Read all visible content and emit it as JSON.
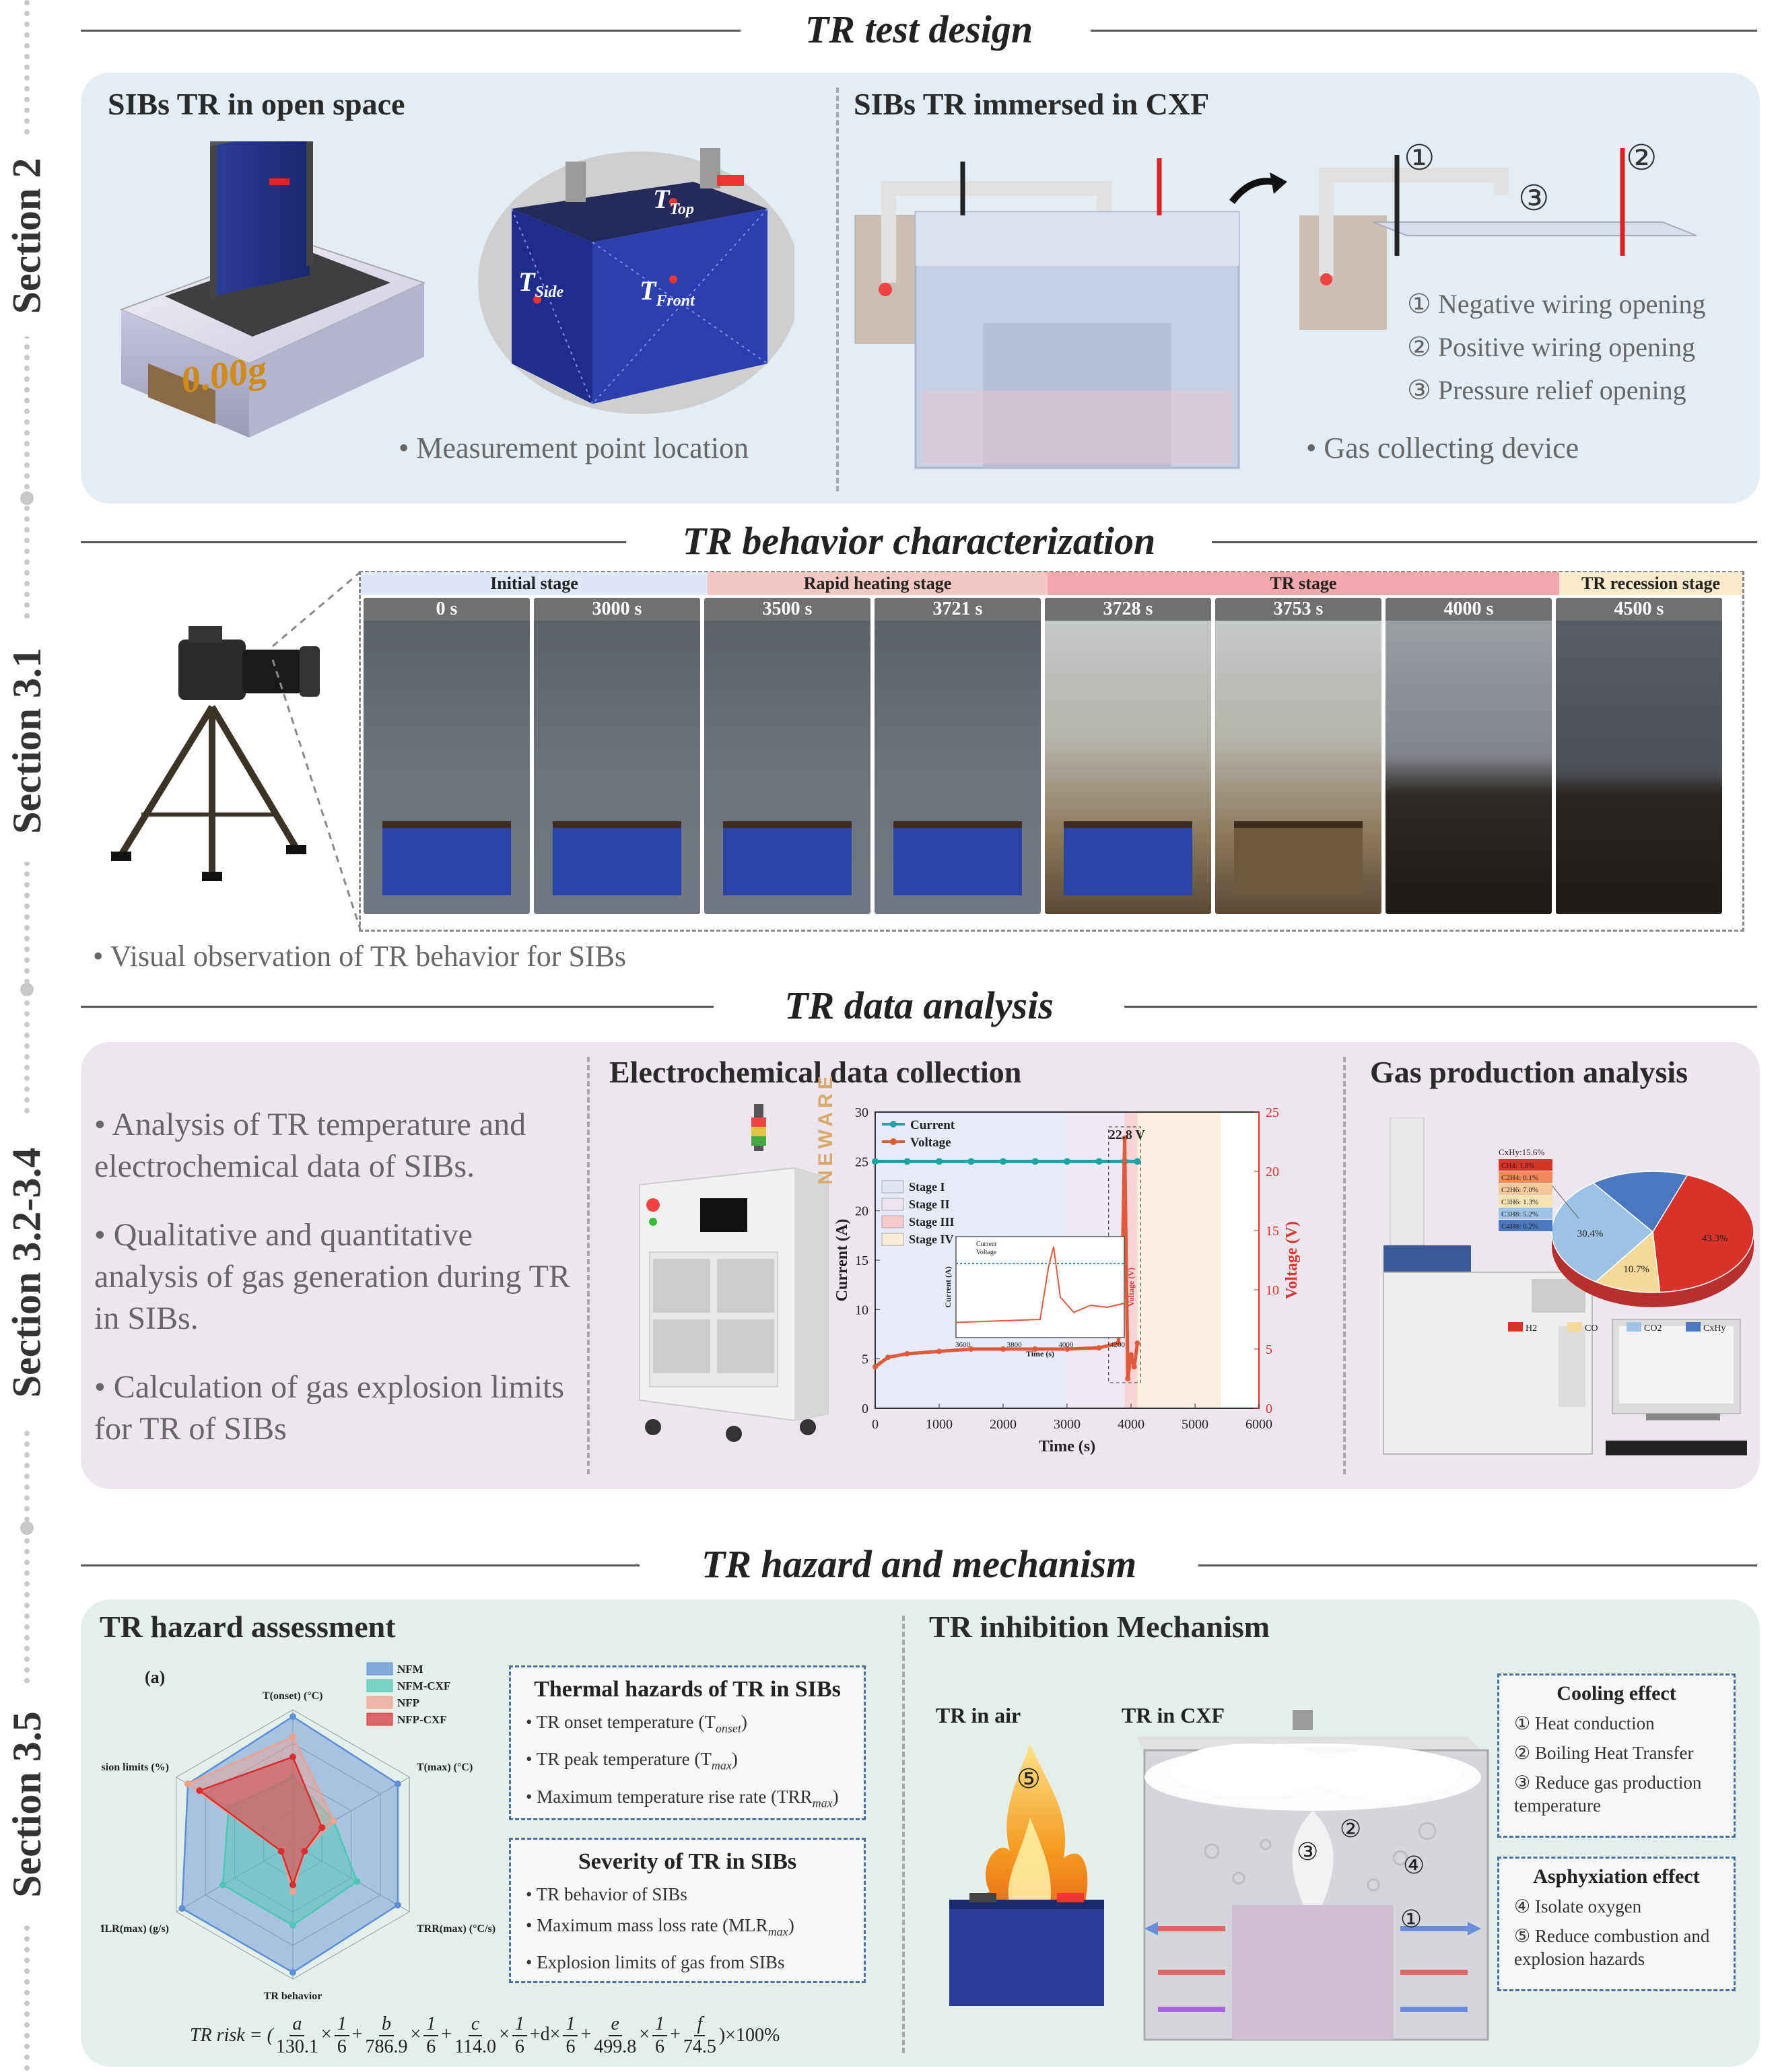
{
  "sections": {
    "s1": "Section 2",
    "s2": "Section 3.1",
    "s3": "Section 3.2-3.4",
    "s4": "Section 3.5"
  },
  "headers": {
    "h1": "TR test design",
    "h2": "TR behavior characterization",
    "h3": "TR data analysis",
    "h4": "TR hazard and mechanism"
  },
  "design": {
    "left_title": "SIBs TR  in open space",
    "scale_reading": "0.00g",
    "t_top": "T",
    "t_top_sub": "Top",
    "t_side": "T",
    "t_side_sub": "Side",
    "t_front": "T",
    "t_front_sub": "Front",
    "left_note": "• Measurement point location",
    "right_title": "SIBs TR immersed in CXF",
    "markers": [
      "①",
      "②",
      "③"
    ],
    "legend": [
      "① Negative wiring opening",
      "② Positive wiring opening",
      "③ Pressure relief opening"
    ],
    "right_note": "• Gas collecting device"
  },
  "behavior": {
    "stages": [
      "Initial stage",
      "Rapid heating stage",
      "TR  stage",
      "TR recession stage"
    ],
    "times": [
      "0 s",
      "3000 s",
      "3500 s",
      "3721 s",
      "3728 s",
      "3753 s",
      "4000 s",
      "4500 s"
    ],
    "note": "• Visual observation of TR behavior for SIBs"
  },
  "analysis": {
    "bullets": [
      "• Analysis of TR temperature and electrochemical data of SIBs.",
      "• Qualitative and quantitative analysis of gas generation during TR in SIBs.",
      "• Calculation of gas explosion limits for TR of SIBs"
    ],
    "echem_title": "Electrochemical data collection",
    "gas_title": "Gas production analysis",
    "cycler_brand": "NEWARE"
  },
  "chart_data": [
    {
      "type": "line",
      "xlabel": "Time (s)",
      "ylabel": "Current (A)",
      "y2label": "Voltage (V)",
      "xlim": [
        0,
        6000
      ],
      "ylim": [
        0,
        30
      ],
      "y2lim": [
        0,
        25
      ],
      "xticks": [
        "0",
        "1000",
        "2000",
        "3000",
        "4000",
        "5000",
        "6000"
      ],
      "yticks": [
        "0",
        "5",
        "10",
        "15",
        "20",
        "25",
        "30"
      ],
      "y2ticks": [
        "0",
        "5",
        "10",
        "15",
        "20",
        "25"
      ],
      "series": [
        {
          "name": "Current",
          "color": "#1aa5a5",
          "x": [
            0,
            500,
            1000,
            1500,
            2000,
            2500,
            3000,
            3500,
            3900,
            4100
          ],
          "y": [
            25,
            25,
            25,
            25,
            25,
            25,
            25,
            25,
            25,
            25
          ]
        },
        {
          "name": "Voltage",
          "color": "#e05a3a",
          "x": [
            0,
            200,
            500,
            1000,
            1500,
            2000,
            2500,
            3000,
            3500,
            3800,
            3850,
            3900,
            3950,
            4000,
            4050,
            4100
          ],
          "y": [
            3.5,
            4.3,
            4.6,
            4.8,
            5.0,
            5.0,
            5.0,
            5.0,
            5.1,
            5.5,
            8.0,
            22.8,
            2.5,
            4.5,
            3.5,
            5.5
          ]
        }
      ],
      "stages": [
        {
          "name": "Stage I",
          "color": "#e1e6f5",
          "x": [
            0,
            3000
          ]
        },
        {
          "name": "Stage II",
          "color": "#ebe3f0",
          "x": [
            3000,
            3900
          ]
        },
        {
          "name": "Stage III",
          "color": "#f6c9cc",
          "x": [
            3900,
            4100
          ]
        },
        {
          "name": "Stage IV",
          "color": "#f9ecd8",
          "x": [
            4100,
            5400
          ]
        }
      ],
      "annotation": "22.8 V",
      "inset": {
        "legend": [
          "Current",
          "Voltage"
        ],
        "xticks": [
          "3600",
          "3800",
          "4000",
          "4200"
        ],
        "xlabel": "Time (s)",
        "ylabel": "Current (A)",
        "y2label": "Voltage (V)"
      }
    },
    {
      "type": "pie",
      "legend": [
        "H2",
        "CO",
        "CO2",
        "CxHy"
      ],
      "values": [
        43.3,
        10.7,
        30.4,
        15.6
      ],
      "labels": [
        "43.3%",
        "10.7%",
        "30.4%",
        "CxHy:15.6%"
      ],
      "colors": [
        "#d9322b",
        "#f5d99a",
        "#9cc3e6",
        "#4a78c0"
      ],
      "sub_breakdown": [
        "CH4: 1.8%",
        "C2H4: 0.1%",
        "C2H6: 7.0%",
        "C3H6: 1.3%",
        "C3H8: 5.2%",
        "C4H8: 0.2%"
      ]
    },
    {
      "type": "radar",
      "panel_label": "(a)",
      "axes": [
        "T(onset) (°C)",
        "T(max) (°C)",
        "TRR(max) (°C/s)",
        "TR behavior",
        "MLR(max) (g/s)",
        "Explosion limits (%)"
      ],
      "series": [
        {
          "name": "NFM",
          "color": "#5b8fd6",
          "values": [
            0.95,
            0.9,
            0.9,
            0.95,
            0.95,
            0.9
          ]
        },
        {
          "name": "NFM-CXF",
          "color": "#4cc7b5",
          "values": [
            0.5,
            0.35,
            0.55,
            0.6,
            0.6,
            0.55
          ]
        },
        {
          "name": "NFP",
          "color": "#f1a08b",
          "values": [
            0.8,
            0.35,
            0.1,
            0.35,
            0.1,
            0.9
          ]
        },
        {
          "name": "NFP-CXF",
          "color": "#d92e2e",
          "values": [
            0.65,
            0.25,
            0.1,
            0.3,
            0.1,
            0.8
          ]
        }
      ]
    }
  ],
  "hazard": {
    "title": "TR hazard assessment",
    "box1_title": "Thermal hazards of TR in SIBs",
    "box1_items": [
      "• TR onset temperature (T",
      "• TR peak temperature (T",
      "• Maximum temperature rise rate (TRR"
    ],
    "box1_subs": [
      "onset",
      "max",
      "max"
    ],
    "box2_title": "Severity of TR in SIBs",
    "box2_items": [
      "• TR behavior of SIBs",
      "• Maximum mass loss rate (MLR",
      "• Explosion limits of gas from SIBs"
    ],
    "box2_subs": [
      "",
      "max",
      ""
    ],
    "formula_lhs": "TR risk = (",
    "formula": [
      "a",
      "130.1",
      "1",
      "6",
      "b",
      "786.9",
      "c",
      "114.0",
      "d",
      "e",
      "499.8",
      "f",
      "74.5"
    ],
    "formula_end": ")×100%"
  },
  "mechanism": {
    "title": "TR inhibition Mechanism",
    "air_label": "TR in air",
    "cxf_label": "TR in CXF",
    "markers": [
      "①",
      "②",
      "③",
      "④",
      "⑤"
    ],
    "cool_title": "Cooling effect",
    "cool_items": [
      "① Heat conduction",
      "② Boiling Heat Transfer",
      "③ Reduce gas production temperature"
    ],
    "asph_title": "Asphyxiation effect",
    "asph_items": [
      "④ Isolate oxygen",
      "⑤ Reduce combustion and explosion hazards"
    ]
  }
}
